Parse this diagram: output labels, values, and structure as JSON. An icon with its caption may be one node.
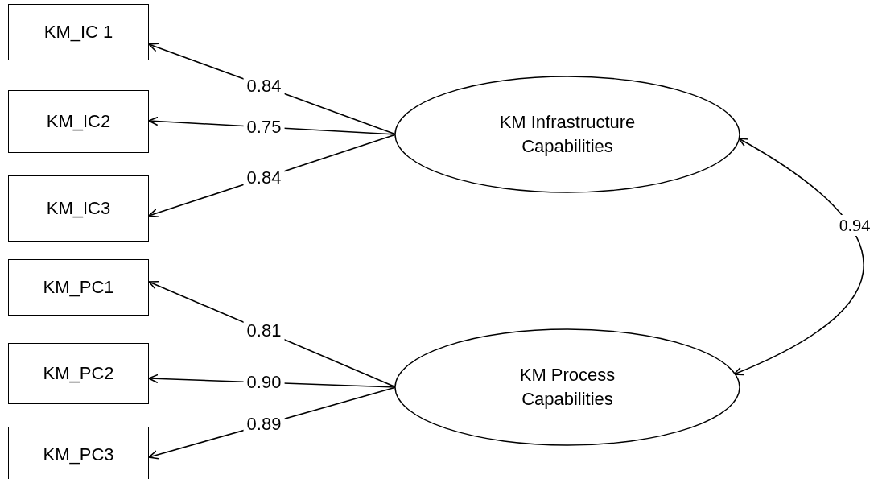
{
  "diagram": {
    "nodes": [
      {
        "text": [
          "KM_IC 1"
        ]
      },
      {
        "text": [
          "KM_IC2"
        ]
      },
      {
        "text": [
          "KM_IC3"
        ]
      },
      {
        "text": [
          "KM_PC1"
        ]
      },
      {
        "text": [
          "KM_PC2"
        ]
      },
      {
        "text": [
          "KM_PC3"
        ]
      },
      {
        "text": [
          "KM Infrastructure Capabilities"
        ]
      },
      {
        "text": [
          "KM Process Capabilities"
        ]
      }
    ],
    "edges": [
      {
        "from": 6,
        "to": 0,
        "arrow": "to",
        "label": "0.84"
      },
      {
        "from": 6,
        "to": 1,
        "arrow": "to",
        "label": "0.75"
      },
      {
        "from": 6,
        "to": 2,
        "arrow": "to",
        "label": "0.84"
      },
      {
        "from": 7,
        "to": 3,
        "arrow": "to",
        "label": "0.81"
      },
      {
        "from": 7,
        "to": 4,
        "arrow": "to",
        "label": "0.90"
      },
      {
        "from": 7,
        "to": 5,
        "arrow": "to",
        "label": "0.89"
      },
      {
        "from": 6,
        "to": 7,
        "arrow": "both",
        "label": "0.94"
      }
    ]
  }
}
